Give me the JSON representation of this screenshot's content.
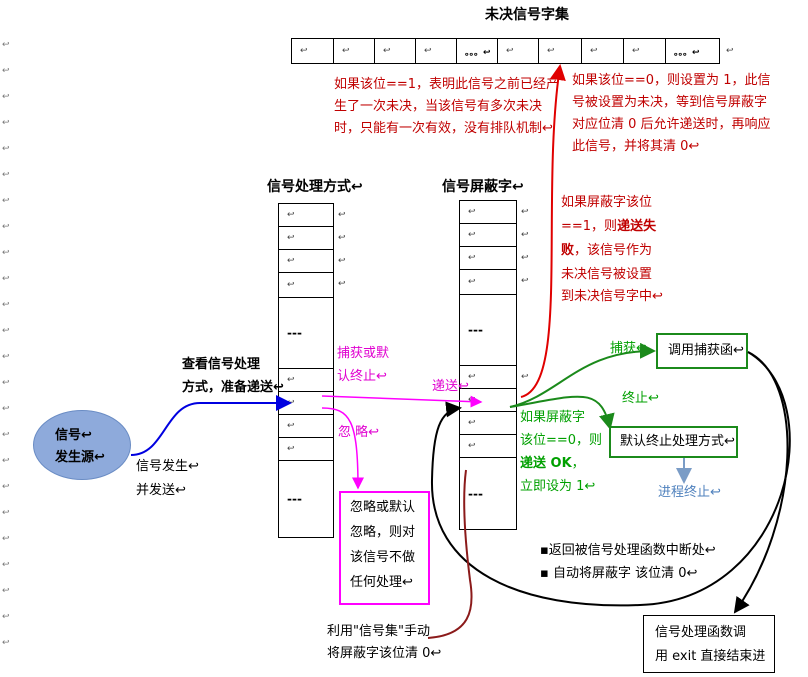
{
  "pending_title": "未决信号字集",
  "pending_cells": [
    "↩",
    "↩",
    "↩",
    "↩",
    "。。。↩",
    "↩",
    "↩",
    "↩",
    "↩",
    "。。。↩"
  ],
  "cell_mark": "↩",
  "note_pending_exists": [
    "如果该位==1，表明此信号之前已经产",
    "生了一次未决，当该信号有多次未决",
    "时，只能有一次有效，没有排队机制↩"
  ],
  "note_pending_zero": [
    "如果该位==0，则设置为 1，此信",
    "号被设置为未决，等到信号屏蔽字",
    "对应位清 0 后允许递送时，再响应",
    "此信号，并将其清 0↩"
  ],
  "handler_title": "信号处理方式↩",
  "mask_title": "信号屏蔽字↩",
  "dots": "---",
  "note_mask_one": {
    "l1": "如果屏蔽字该位",
    "l2a": "==1，则",
    "l2b": "递送失",
    "l3a": "败",
    "l3b": "，该信号作为",
    "l4": "未决信号被设置",
    "l5": "到未决信号字中↩"
  },
  "label_check": [
    "查看信号处理",
    "方式，准备递送↩"
  ],
  "label_catch_default": [
    "捕获或默",
    "认终止↩"
  ],
  "label_ignore": "忽   略↩",
  "label_deliver": "递送↩",
  "label_capture": "捕获↩",
  "label_terminate": "终止↩",
  "label_process_end": "进程终止↩",
  "note_mask_zero": {
    "l1": "如果屏蔽字",
    "l2": "该位==0，则",
    "l3a": "递送 OK",
    "l3b": "，",
    "l4": "立即设为 1↩"
  },
  "box_call_handler": "调用捕获函↩",
  "box_default_terminate": "默认终止处理方式↩",
  "source": [
    "信号↩",
    "发生源↩"
  ],
  "label_send": [
    "信号发生↩",
    "并发送↩"
  ],
  "box_ignore": [
    "忽略或默认",
    "忽略，则对",
    "该信号不做",
    "任何处理↩"
  ],
  "bullets": [
    "▪返回被信号处理函数中断处↩",
    "▪ 自动将屏蔽字 该位清 0↩"
  ],
  "label_sigset": [
    "利用\"信号集\"手动",
    "将屏蔽字该位清 0↩"
  ],
  "box_exit": [
    "信号处理函数调",
    "用 exit 直接结束进"
  ],
  "colors": {
    "red": "#e00000",
    "magenta": "#ff00ff",
    "green": "#1b8a1b",
    "blue": "#0000e0",
    "ellipse": "#8eaadb",
    "arrow_blue": "#7a9cc6"
  }
}
